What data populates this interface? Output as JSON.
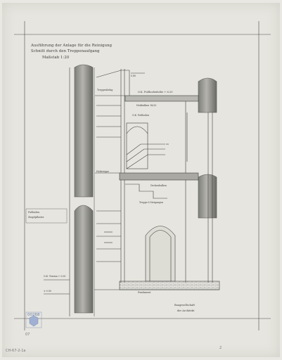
{
  "document": {
    "title_lines": [
      "Ausführung der Anlage für die Reinigung",
      "Schnitt durch den Treppenaufgang",
      "Maßstab 1:20"
    ],
    "annotations": {
      "top_left_dim": "0.80",
      "floor_level_1": "O.K. Fußbodenhöhe + 6.20",
      "floor_level_2": "Holzbalken 16/20",
      "floor_level_3": "O.K. Fußboden",
      "mid_note": "Holztreppe",
      "mid_note_2": "Treppe 6 Steigungen",
      "right_note": "Deckenbalken",
      "left_note_block": "Treppenbelag",
      "lower_note_1": "Fußboden",
      "lower_note_2": "Ziegelpflaster",
      "ground_level": "O.K. Terrain + 0.00",
      "level_minus": "± 0.00",
      "bottom_note": "Fundament"
    },
    "signature_block": {
      "line_1": "Baugesellschaft",
      "line_2": "der Architekt"
    },
    "stamp_number": "00268",
    "catalog_number": "CH-67-2-1a",
    "corner_mark": "07",
    "page_mark": "2"
  },
  "colors": {
    "paper": "#e9e8e3",
    "ink": "#3d3d3d",
    "shade": "#8f8f8a",
    "stamp_blue": "#6a7fa8"
  }
}
